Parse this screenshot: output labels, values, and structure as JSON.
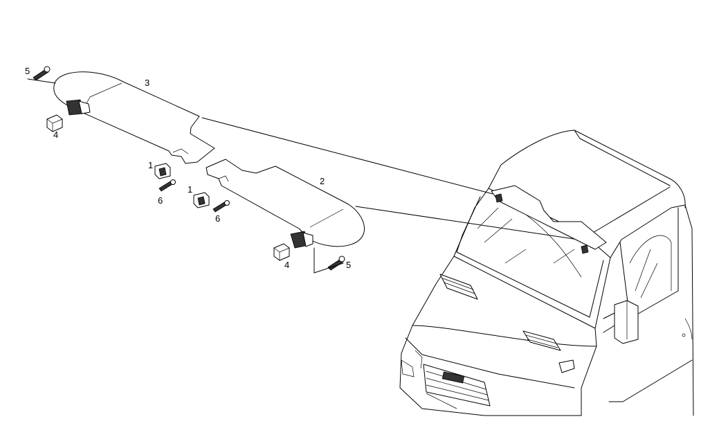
{
  "callouts": {
    "left_visor": "3",
    "right_visor": "2",
    "clip_left": "1",
    "clip_right": "1",
    "screw_left": "6",
    "screw_right": "6",
    "bracket_left": "4",
    "bracket_right": "4",
    "bolt_left": "5",
    "bolt_right": "5"
  },
  "colors": {
    "line": "#000000",
    "background": "#ffffff"
  }
}
